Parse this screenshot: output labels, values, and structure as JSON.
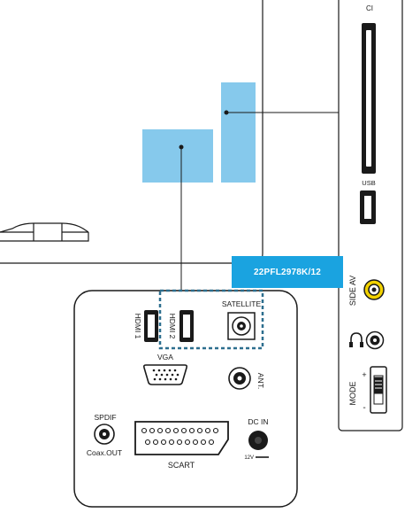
{
  "model_label": "22PFL2978K/12",
  "side_panel": {
    "ci_label": "CI",
    "usb_label": "USB",
    "side_av_label": "SIDE AV",
    "mode_label": "MODE",
    "mode_plus": "+",
    "mode_minus": "-"
  },
  "rear_panel": {
    "hdmi1_label": "HDMI 1",
    "hdmi2_label": "HDMI 2",
    "satellite_label": "SATELLITE",
    "vga_label": "VGA",
    "ant_label": "ANT.",
    "spdif_label": "SPDIF",
    "coax_label": "Coax.OUT",
    "scart_label": "SCART",
    "dcin_label": "DC IN",
    "dc_voltage_label": "12V"
  },
  "colors": {
    "highlight_fill": "#86c9ec",
    "model_tag": "#1aa3e0",
    "sat_accent": "#2c6e8e",
    "jack_yellow": "#f2d200",
    "outline": "#1a1a1a"
  }
}
